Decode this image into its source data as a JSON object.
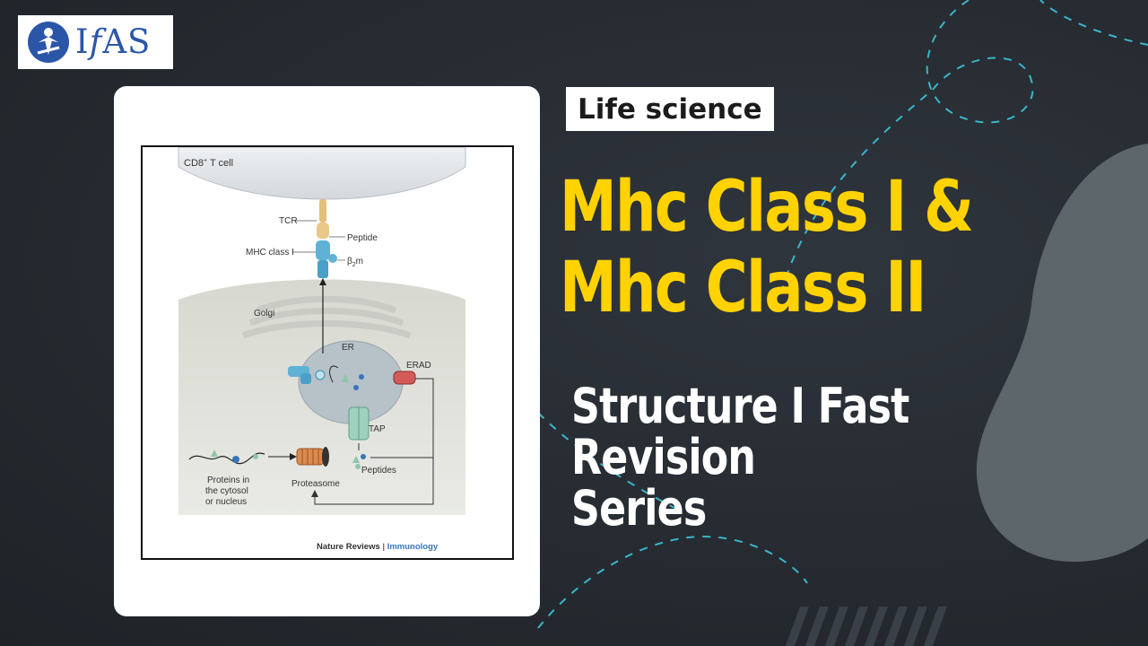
{
  "logo": {
    "text_prefix": "I",
    "text_italic": "f",
    "text_suffix": "AS",
    "icon": "ifas-logo-icon"
  },
  "tag": "Life science",
  "title_line1": "Mhc Class I &",
  "title_line2": "Mhc Class II",
  "subtitle_line1": "Structure I Fast",
  "subtitle_line2": "Revision",
  "subtitle_line3": "Series",
  "figure": {
    "cd8": "CD8",
    "cd8_sup": "+",
    "cd8_suffix": " T cell",
    "tcr": "TCR",
    "peptide": "Peptide",
    "mhc": "MHC class I",
    "b2m": "β",
    "b2m_sub": "2",
    "b2m_suffix": "m",
    "golgi": "Golgi",
    "er": "ER",
    "erad": "ERAD",
    "tap": "TAP",
    "peptides": "Peptides",
    "proteasome": "Proteasome",
    "proteins_1": "Proteins in",
    "proteins_2": "the cytosol",
    "proteins_3": "or nucleus",
    "credit_1": "Nature Reviews",
    "credit_sep": " | ",
    "credit_2": "Immunology"
  },
  "colors": {
    "accent": "#ffd200",
    "logo_blue": "#2b56a8",
    "background": "#262b31",
    "dash": "#3bb5c9"
  }
}
